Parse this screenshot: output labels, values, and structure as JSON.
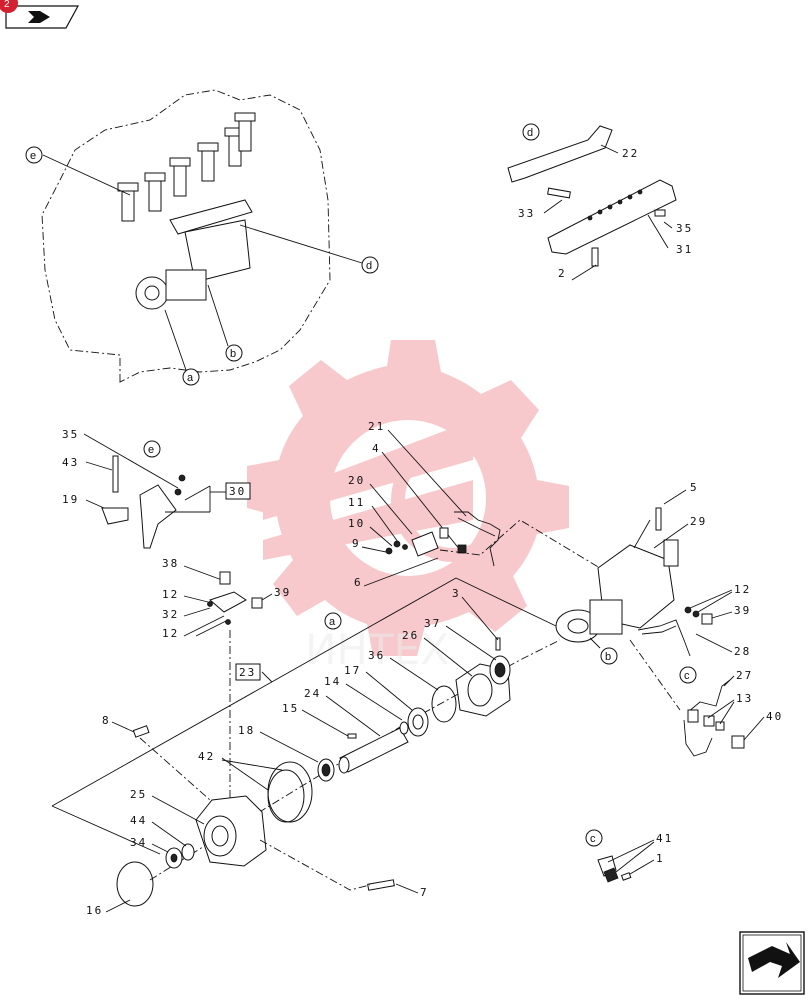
{
  "header": {
    "page_badge": "2",
    "nav_icon": "return-arrow-icon"
  },
  "footer": {
    "nav_icon": "next-arrow-icon"
  },
  "watermark": {
    "icon": "gear-logo-icon",
    "text": "ИНТЕХ",
    "color": "#e8414a"
  },
  "callout_letters": {
    "top_a": "a",
    "top_b": "b",
    "top_d": "d",
    "top_e": "e",
    "rail_d": "d",
    "inj_e": "e",
    "main_a": "a",
    "main_b": "b",
    "main_c": "c",
    "clip_c": "c"
  },
  "boxed_refs": {
    "ref_30": "30",
    "ref_23": "23"
  },
  "labels": {
    "l22": "22",
    "l33": "33",
    "l35r": "35",
    "l31": "31",
    "l2": "2",
    "l35": "35",
    "l43": "43",
    "l19": "19",
    "l21": "21",
    "l4": "4",
    "l20": "20",
    "l11": "11",
    "l10": "10",
    "l9": "9",
    "l6": "6",
    "l5": "5",
    "l29": "29",
    "l12a": "12",
    "l39a": "39",
    "l28": "28",
    "l27": "27",
    "l13": "13",
    "l40": "40",
    "l38": "38",
    "l12b": "12",
    "l32": "32",
    "l39b": "39",
    "l12c": "12",
    "l3": "3",
    "l37": "37",
    "l26": "26",
    "l36": "36",
    "l17": "17",
    "l14": "14",
    "l15": "15",
    "l24": "24",
    "l18": "18",
    "l42": "42",
    "l8": "8",
    "l25": "25",
    "l44": "44",
    "l34": "34",
    "l16": "16",
    "l7": "7",
    "l41": "41",
    "l1": "1"
  },
  "colors": {
    "badge": "#d3212f",
    "ink": "#111111"
  }
}
